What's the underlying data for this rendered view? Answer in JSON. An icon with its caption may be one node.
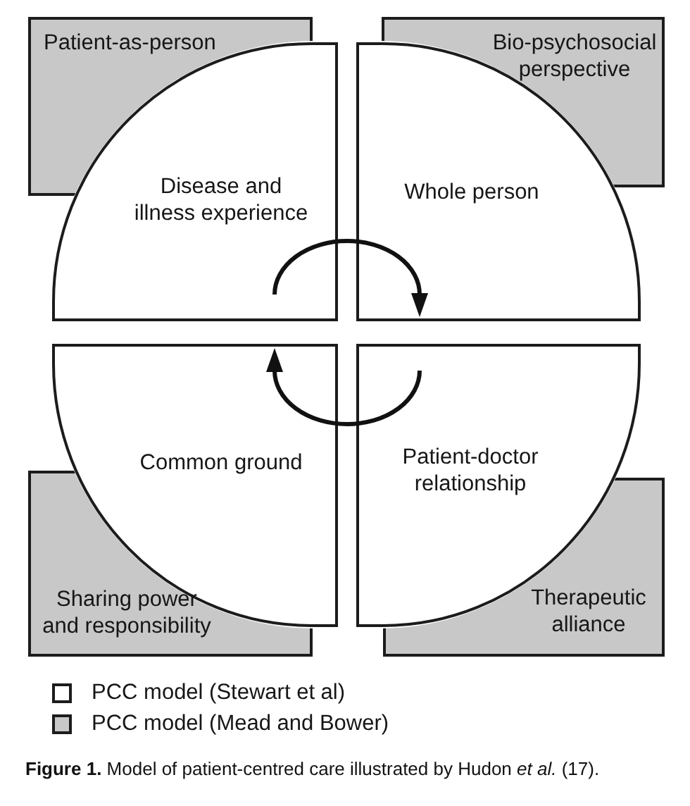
{
  "diagram": {
    "caption": "**Figure 1.** Model of patient-centred care illustrated by Hudon *et al.* (17).",
    "nodes": [
      {
        "text": [
          "Patient-as-person"
        ]
      },
      {
        "text": [
          "Bio-psychosocial perspective"
        ]
      },
      {
        "text": [
          "Disease and illness experience"
        ]
      },
      {
        "text": [
          "Whole person"
        ]
      },
      {
        "text": [
          "Common ground"
        ]
      },
      {
        "text": [
          "Patient-doctor relationship"
        ]
      },
      {
        "text": [
          "Sharing power and responsibility"
        ]
      },
      {
        "text": [
          "Therapeutic alliance"
        ]
      }
    ],
    "edges": [
      {
        "from": 2,
        "to": 3,
        "arrow": "to"
      },
      {
        "from": 5,
        "to": 4,
        "arrow": "to"
      }
    ],
    "legend": [
      {
        "text": "PCC model (Stewart et al)",
        "color": "#ffffff"
      },
      {
        "text": "PCC model (Mead and Bower)",
        "color": "#c8c8c8"
      }
    ]
  }
}
